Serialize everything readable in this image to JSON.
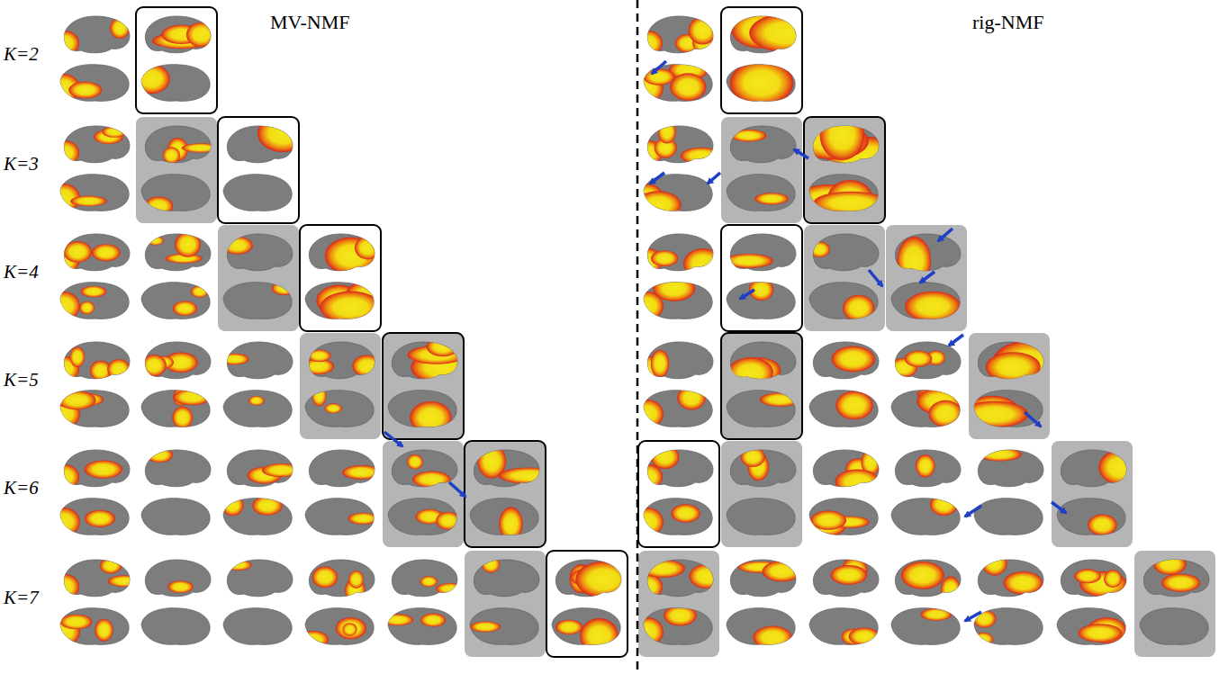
{
  "diagram": {
    "labels": [
      "MV-NMF",
      "rig-NMF",
      "K=2",
      "K=3",
      "K=4",
      "K=5",
      "K=6",
      "K=7"
    ]
  }
}
